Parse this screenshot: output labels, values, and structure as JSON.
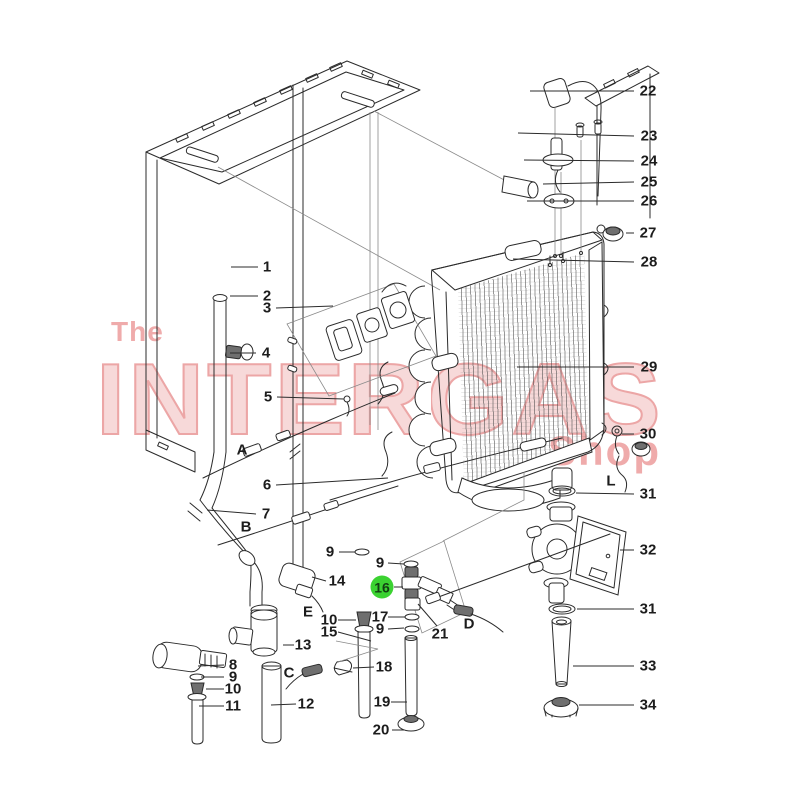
{
  "diagram": {
    "description": "Exploded parts diagram of a gas boiler (heat exchanger, ignition electrode, pump, valves and piping) with numbered callouts",
    "background_color": "#ffffff",
    "line_color": "#2b2b2b",
    "highlight": {
      "selected_part": "16",
      "badge_color": "#3bd231",
      "badge_text_color": "#123f12"
    }
  },
  "watermark": {
    "line1": "The",
    "line2": "INTERGAS",
    "line3": "Shop",
    "color_mid": "#efabab",
    "color_light": "#f7d9d9",
    "color_stroke": "#eca6a6"
  },
  "callouts": [
    {
      "id": "1",
      "label": "1"
    },
    {
      "id": "2",
      "label": "2"
    },
    {
      "id": "3",
      "label": "3"
    },
    {
      "id": "4",
      "label": "4"
    },
    {
      "id": "5",
      "label": "5"
    },
    {
      "id": "6",
      "label": "6"
    },
    {
      "id": "7",
      "label": "7"
    },
    {
      "id": "8",
      "label": "8"
    },
    {
      "id": "9a",
      "label": "9"
    },
    {
      "id": "9b",
      "label": "9"
    },
    {
      "id": "9c",
      "label": "9"
    },
    {
      "id": "9d",
      "label": "9"
    },
    {
      "id": "10a",
      "label": "10"
    },
    {
      "id": "10b",
      "label": "10"
    },
    {
      "id": "11",
      "label": "11"
    },
    {
      "id": "12",
      "label": "12"
    },
    {
      "id": "13",
      "label": "13"
    },
    {
      "id": "14",
      "label": "14"
    },
    {
      "id": "15",
      "label": "15"
    },
    {
      "id": "16",
      "label": "16",
      "highlighted": true
    },
    {
      "id": "17",
      "label": "17"
    },
    {
      "id": "18",
      "label": "18"
    },
    {
      "id": "19",
      "label": "19"
    },
    {
      "id": "20",
      "label": "20"
    },
    {
      "id": "21",
      "label": "21"
    },
    {
      "id": "22",
      "label": "22"
    },
    {
      "id": "23",
      "label": "23"
    },
    {
      "id": "24",
      "label": "24"
    },
    {
      "id": "25",
      "label": "25"
    },
    {
      "id": "26",
      "label": "26"
    },
    {
      "id": "27",
      "label": "27"
    },
    {
      "id": "28",
      "label": "28"
    },
    {
      "id": "29",
      "label": "29"
    },
    {
      "id": "30",
      "label": "30"
    },
    {
      "id": "31a",
      "label": "31"
    },
    {
      "id": "31b",
      "label": "31"
    },
    {
      "id": "32",
      "label": "32"
    },
    {
      "id": "33",
      "label": "33"
    },
    {
      "id": "34",
      "label": "34"
    },
    {
      "id": "A",
      "label": "A"
    },
    {
      "id": "B",
      "label": "B"
    },
    {
      "id": "C",
      "label": "C"
    },
    {
      "id": "D",
      "label": "D"
    },
    {
      "id": "E",
      "label": "E"
    },
    {
      "id": "L",
      "label": "L"
    }
  ]
}
